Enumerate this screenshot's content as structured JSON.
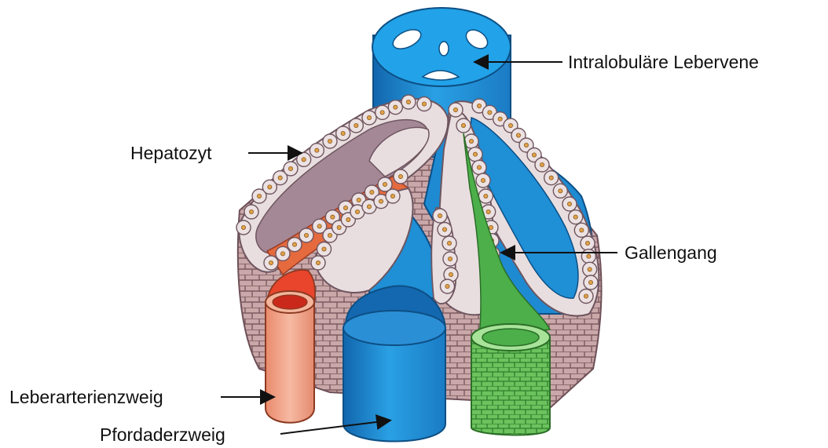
{
  "labels": {
    "intralobular_vein": "Intralobuläre Lebervene",
    "hepatocyte": "Hepatozyt",
    "bile_duct": "Gallengang",
    "hepatic_artery_branch": "Leberarterienzweig",
    "portal_vein_branch": "Pfordaderzweig"
  },
  "colors": {
    "vein_blue": "#1f8fd6",
    "vein_dark": "#1264a3",
    "cell_fill": "#e9dedf",
    "cell_stroke": "#6e5560",
    "sinusoid": "#a48896",
    "artery_red": "#e8452c",
    "artery_pink": "#f2a98e",
    "bile_green": "#5bbf52",
    "tissue": "#c9a7a8",
    "arrow": "#111111"
  }
}
